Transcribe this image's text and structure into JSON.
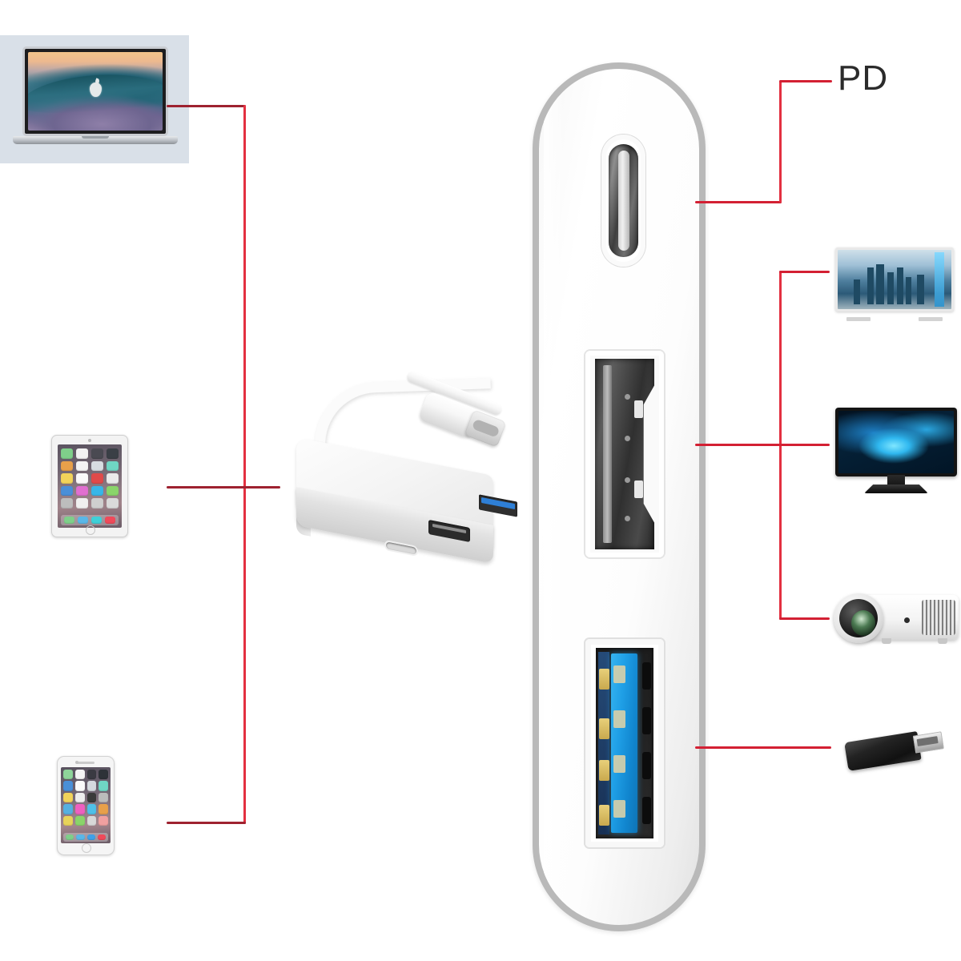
{
  "diagram": {
    "title": "USB-C 3-in-1 Multiport Adapter Connection Diagram",
    "background_color": "#ffffff",
    "line_color": "#d32033",
    "label_color": "#2b2b2b"
  },
  "labels": {
    "pd": "PD"
  },
  "source_devices": [
    {
      "id": "macbook",
      "name": "MacBook laptop",
      "icon": "laptop-icon",
      "panel_color": "#d9e0e8"
    },
    {
      "id": "ipad",
      "name": "iPad tablet",
      "icon": "tablet-icon"
    },
    {
      "id": "iphone",
      "name": "iPhone smartphone",
      "icon": "smartphone-icon"
    }
  ],
  "adapter": {
    "name": "USB-C multiport adapter",
    "icon": "usb-c-hub-icon",
    "cable_connector": "USB-C male connector",
    "ports": [
      {
        "id": "pd",
        "name": "USB-C Power Delivery port",
        "icon": "usb-c-port-icon",
        "label": "PD"
      },
      {
        "id": "hdmi",
        "name": "HDMI output port",
        "icon": "hdmi-port-icon",
        "label": ""
      },
      {
        "id": "usb",
        "name": "USB 3.0 Type-A port",
        "icon": "usb-a-port-icon",
        "label": "",
        "color": "#1f9fe6"
      }
    ]
  },
  "closeup": {
    "name": "Port face close-up",
    "border_color": "#b9b9b9",
    "ports": [
      {
        "id": "pd",
        "name": "USB-C PD port close-up",
        "icon": "usb-c-port-icon"
      },
      {
        "id": "hdmi",
        "name": "HDMI port close-up",
        "icon": "hdmi-port-icon"
      },
      {
        "id": "usb",
        "name": "USB 3.0 port close-up",
        "icon": "usb-a-port-icon",
        "color": "#1f9fe6"
      }
    ]
  },
  "target_devices": [
    {
      "id": "tv",
      "name": "Flat screen TV",
      "icon": "tv-icon",
      "port": "hdmi"
    },
    {
      "id": "monitor",
      "name": "Computer monitor",
      "icon": "monitor-icon",
      "port": "hdmi"
    },
    {
      "id": "projector",
      "name": "Video projector",
      "icon": "projector-icon",
      "port": "hdmi"
    },
    {
      "id": "usbdrive",
      "name": "USB flash drive",
      "icon": "usb-flash-drive-icon",
      "port": "usb"
    }
  ],
  "ipad_app_colors": [
    "#7fcf8a",
    "#f2f2f2",
    "#4a4a52",
    "#3a3f46",
    "#e8a04a",
    "#f4f4f4",
    "#d8dde2",
    "#6fd6c4",
    "#f2d35a",
    "#fafafa",
    "#e04a4a",
    "#eaeaea",
    "#4a8fd8",
    "#e06fd0",
    "#38b6e8",
    "#8ad46a",
    "#bdbdbd",
    "#f0f0f0",
    "#cfcfcf",
    "#dadada"
  ],
  "ipad_dock_colors": [
    "#7fcf8a",
    "#5ab7e8",
    "#3fd0d8",
    "#ef4a5a"
  ],
  "iphone_app_colors": [
    "#8ed49a",
    "#f4f4f4",
    "#3a3a42",
    "#2e3238",
    "#4a8fd8",
    "#fafafa",
    "#d4d9de",
    "#6fd6c4",
    "#f2d35a",
    "#ededed",
    "#3a3a3a",
    "#bcbcbc",
    "#56b0e0",
    "#ef5fc0",
    "#4fc0e8",
    "#e8a04a",
    "#e8d35a",
    "#8ad46a",
    "#d8d8d8",
    "#f0a0a0"
  ],
  "iphone_dock_colors": [
    "#7fcf8a",
    "#5ab7e8",
    "#3fa0e8",
    "#ef4a5a"
  ]
}
